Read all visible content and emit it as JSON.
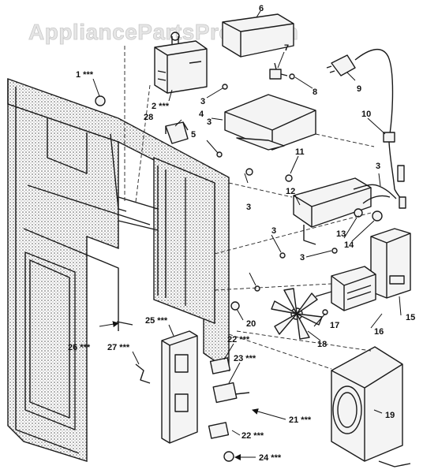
{
  "watermark": "AppliancePartsPros.com",
  "callouts": [
    {
      "id": "1",
      "label": "1 ***"
    },
    {
      "id": "2",
      "label": "2 ***"
    },
    {
      "id": "3a",
      "label": "3"
    },
    {
      "id": "3b",
      "label": "3"
    },
    {
      "id": "3c",
      "label": "3"
    },
    {
      "id": "3d",
      "label": "3"
    },
    {
      "id": "3e",
      "label": "3"
    },
    {
      "id": "3f",
      "label": "3"
    },
    {
      "id": "4",
      "label": "4"
    },
    {
      "id": "5",
      "label": "5"
    },
    {
      "id": "6",
      "label": "6"
    },
    {
      "id": "7",
      "label": "7"
    },
    {
      "id": "8",
      "label": "8"
    },
    {
      "id": "9",
      "label": "9"
    },
    {
      "id": "10",
      "label": "10"
    },
    {
      "id": "11",
      "label": "11"
    },
    {
      "id": "12",
      "label": "12"
    },
    {
      "id": "13",
      "label": "13"
    },
    {
      "id": "14",
      "label": "14"
    },
    {
      "id": "15",
      "label": "15"
    },
    {
      "id": "16",
      "label": "16"
    },
    {
      "id": "17",
      "label": "17"
    },
    {
      "id": "18",
      "label": "18"
    },
    {
      "id": "19",
      "label": "19"
    },
    {
      "id": "20",
      "label": "20"
    },
    {
      "id": "21",
      "label": "21 ***"
    },
    {
      "id": "22a",
      "label": "22 ***"
    },
    {
      "id": "22b",
      "label": "22 ***"
    },
    {
      "id": "23",
      "label": "23 ***"
    },
    {
      "id": "24",
      "label": "24 ***"
    },
    {
      "id": "25",
      "label": "25 ***"
    },
    {
      "id": "26",
      "label": "26 ***"
    },
    {
      "id": "27",
      "label": "27 ***"
    },
    {
      "id": "28",
      "label": "28"
    }
  ]
}
